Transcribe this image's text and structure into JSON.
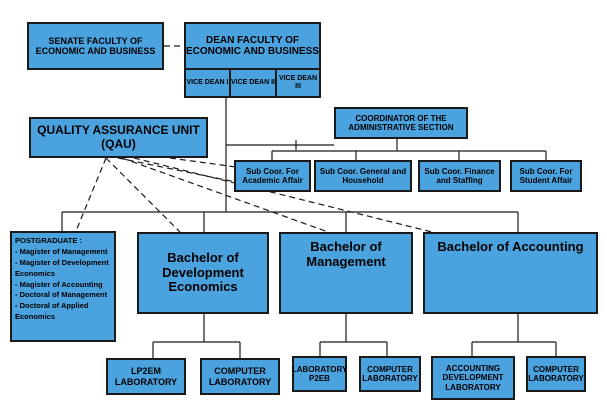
{
  "senate": "SENATE FACULTY OF ECONOMIC AND BUSINESS",
  "dean": "DEAN FACULTY OF ECONOMIC AND BUSINESS",
  "vice_deans": [
    "VICE DEAN I",
    "VICE DEAN II",
    "VICE DEAN III"
  ],
  "qau": "QUALITY ASSURANCE UNIT (QAU)",
  "coordinator": "COORDINATOR OF THE ADMINISTRATIVE SECTION",
  "sub_coordinators": [
    "Sub Coor. For Academic Affair",
    "Sub Coor. General and Household",
    "Sub Coor. Finance and Staffing",
    "Sub Coor. For Student Affair"
  ],
  "postgraduate": {
    "title": "POSTGRADUATE :",
    "items": [
      "- Magister of Management",
      "- Magister of Development Economics",
      "- Magister of Accounting",
      "- Doctoral of Management",
      "- Doctoral of Applied Economics"
    ]
  },
  "bachelors": [
    "Bachelor of Development Economics",
    "Bachelor of Management",
    "Bachelor of Accounting"
  ],
  "labs": [
    "LP2EM LABORATORY",
    "COMPUTER LABORATORY",
    "LABORATORY P2EB",
    "COMPUTER LABORATORY",
    "ACCOUNTING DEVELOPMENT LABORATORY",
    "COMPUTER LABORATORY"
  ]
}
